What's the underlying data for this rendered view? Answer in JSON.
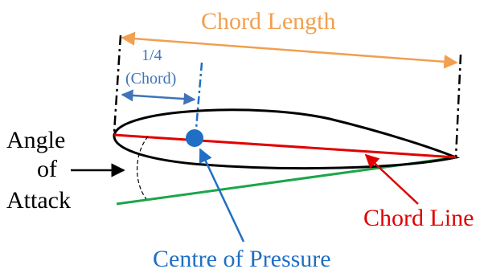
{
  "labels": {
    "chord_length": "Chord Length",
    "quarter_fraction": "1/4",
    "quarter_chord": "(Chord)",
    "aoa_line1": "Angle",
    "aoa_line2": "of",
    "aoa_line3": "Attack",
    "chord_line": "Chord Line",
    "centre_of_pressure": "Centre of Pressure"
  },
  "colors": {
    "chord_length": "#f0a050",
    "quarter_chord": "#3f74b8",
    "chord_line": "#e00000",
    "centre_of_pressure": "#1f6fc4",
    "airflow_line": "#1aa64a",
    "airfoil": "#000000",
    "text": "#000000"
  }
}
